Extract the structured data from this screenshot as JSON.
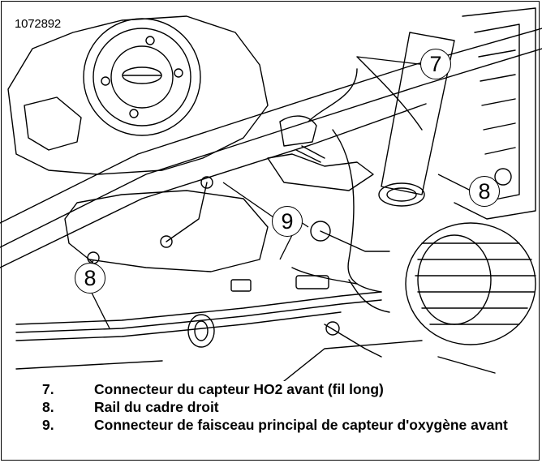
{
  "figure": {
    "id": "1072892",
    "callouts": [
      "7",
      "8",
      "8",
      "9"
    ]
  },
  "legend": [
    {
      "number": "7.",
      "text": "Connecteur du capteur HO2 avant (fil long)"
    },
    {
      "number": "8.",
      "text": "Rail du cadre droit"
    },
    {
      "number": "9.",
      "text": "Connecteur de faisceau principal de capteur d'oxygène avant"
    }
  ]
}
